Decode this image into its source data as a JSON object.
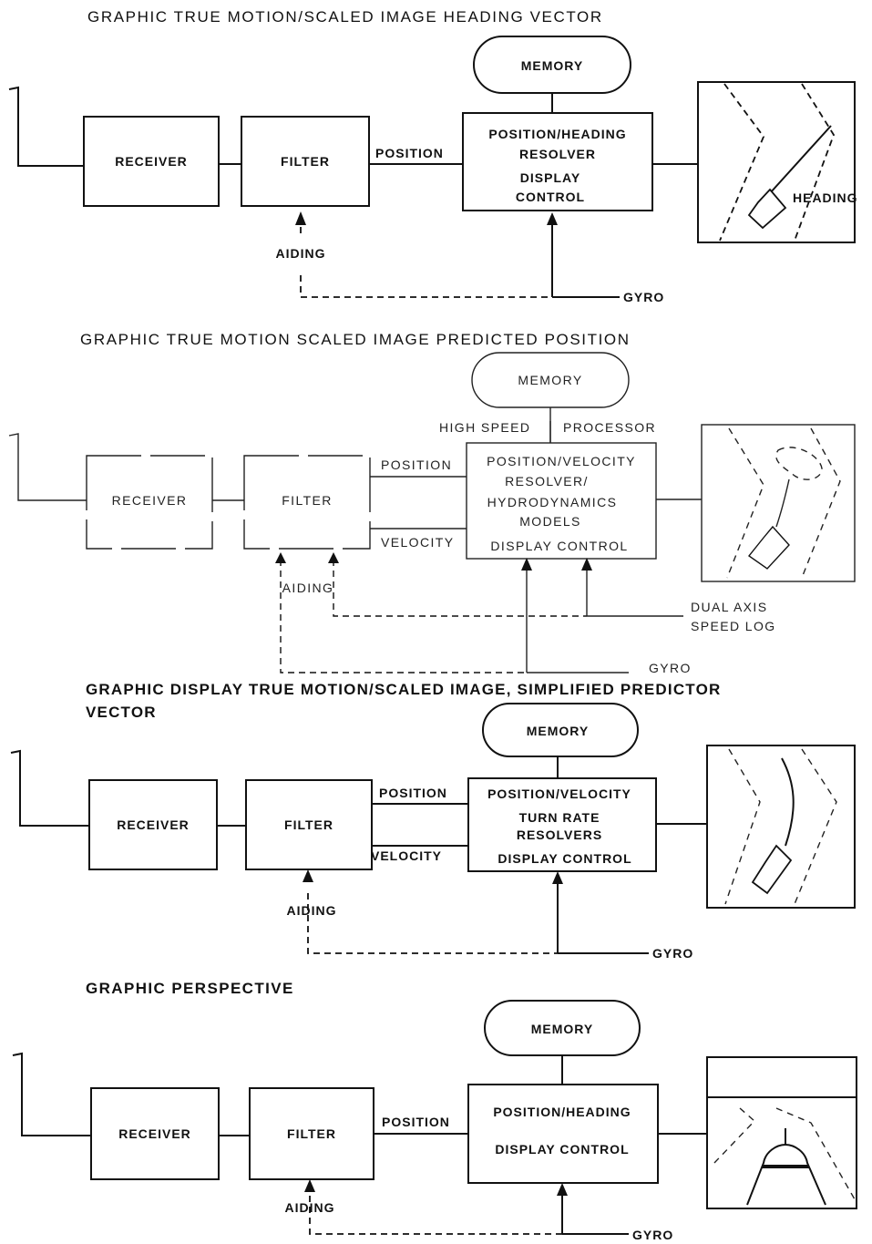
{
  "panel1": {
    "title": "GRAPHIC    TRUE MOTION/SCALED IMAGE HEADING VECTOR",
    "memory": "MEMORY",
    "receiver": "RECEIVER",
    "filter": "FILTER",
    "position": "POSITION",
    "resolver": [
      "POSITION/HEADING",
      "RESOLVER",
      "DISPLAY",
      "CONTROL"
    ],
    "aiding": "AIDING",
    "gyro": "GYRO",
    "heading": "HEADING"
  },
  "panel2": {
    "title": "GRAPHIC   TRUE  MOTION SCALED  IMAGE  PREDICTED  POSITION",
    "memory": "MEMORY",
    "high_speed": "HIGH  SPEED",
    "processor": "PROCESSOR",
    "receiver": "RECEIVER",
    "filter": "FILTER",
    "position": "POSITION",
    "velocity": "VELOCITY",
    "resolver": [
      "POSITION/VELOCITY",
      "RESOLVER/",
      "HYDRODYNAMICS",
      "MODELS",
      "DISPLAY  CONTROL"
    ],
    "aiding": "AIDING",
    "speed_log": [
      "DUAL  AXIS",
      "SPEED  LOG"
    ],
    "gyro": "GYRO"
  },
  "panel3": {
    "title_line1": "GRAPHIC DISPLAY    TRUE MOTION/SCALED IMAGE, SIMPLIFIED PREDICTOR",
    "title_line2": "VECTOR",
    "memory": "MEMORY",
    "receiver": "RECEIVER",
    "filter": "FILTER",
    "position": "POSITION",
    "velocity": "VELOCITY",
    "resolver": [
      "POSITION/VELOCITY",
      "TURN  RATE",
      "RESOLVERS",
      "DISPLAY  CONTROL"
    ],
    "aiding": "AIDING",
    "gyro": "GYRO"
  },
  "panel4": {
    "title": "GRAPHIC    PERSPECTIVE",
    "memory": "MEMORY",
    "receiver": "RECEIVER",
    "filter": "FILTER",
    "position": "POSITION",
    "resolver": [
      "POSITION/HEADING",
      "DISPLAY  CONTROL"
    ],
    "aiding": "AIDING",
    "gyro": "GYRO"
  }
}
